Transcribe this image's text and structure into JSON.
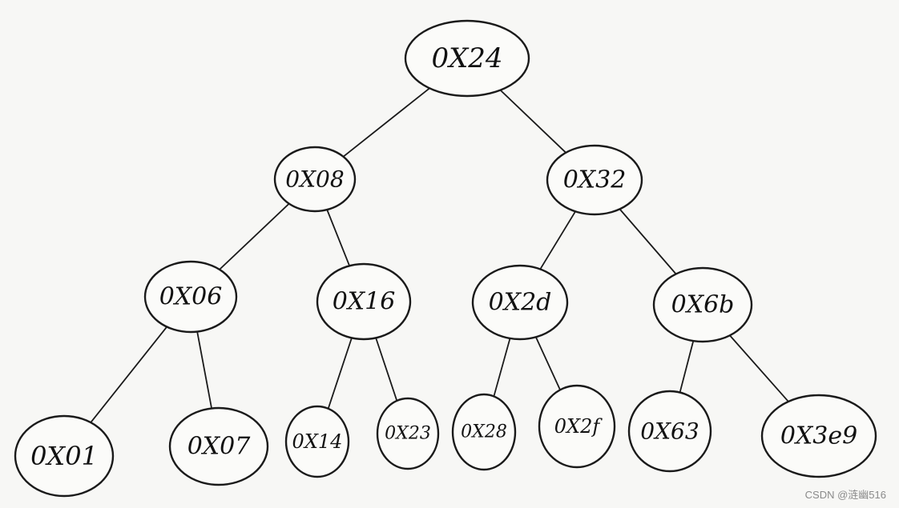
{
  "tree": {
    "nodes": [
      {
        "id": "n0",
        "label": "0X24"
      },
      {
        "id": "n1",
        "label": "0X08"
      },
      {
        "id": "n2",
        "label": "0X32"
      },
      {
        "id": "n3",
        "label": "0X06"
      },
      {
        "id": "n4",
        "label": "0X16"
      },
      {
        "id": "n5",
        "label": "0X2d"
      },
      {
        "id": "n6",
        "label": "0X6b"
      },
      {
        "id": "n7",
        "label": "0X01"
      },
      {
        "id": "n8",
        "label": "0X07"
      },
      {
        "id": "n9",
        "label": "0X14"
      },
      {
        "id": "n10",
        "label": "0X23"
      },
      {
        "id": "n11",
        "label": "0X28"
      },
      {
        "id": "n12",
        "label": "0X2f"
      },
      {
        "id": "n13",
        "label": "0X63"
      },
      {
        "id": "n14",
        "label": "0X3e9"
      }
    ],
    "edges": [
      [
        "n0",
        "n1"
      ],
      [
        "n0",
        "n2"
      ],
      [
        "n1",
        "n3"
      ],
      [
        "n1",
        "n4"
      ],
      [
        "n2",
        "n5"
      ],
      [
        "n2",
        "n6"
      ],
      [
        "n3",
        "n7"
      ],
      [
        "n3",
        "n8"
      ],
      [
        "n4",
        "n9"
      ],
      [
        "n4",
        "n10"
      ],
      [
        "n5",
        "n11"
      ],
      [
        "n5",
        "n12"
      ],
      [
        "n6",
        "n13"
      ],
      [
        "n6",
        "n14"
      ]
    ]
  },
  "watermark": "CSDN @涟幽516"
}
